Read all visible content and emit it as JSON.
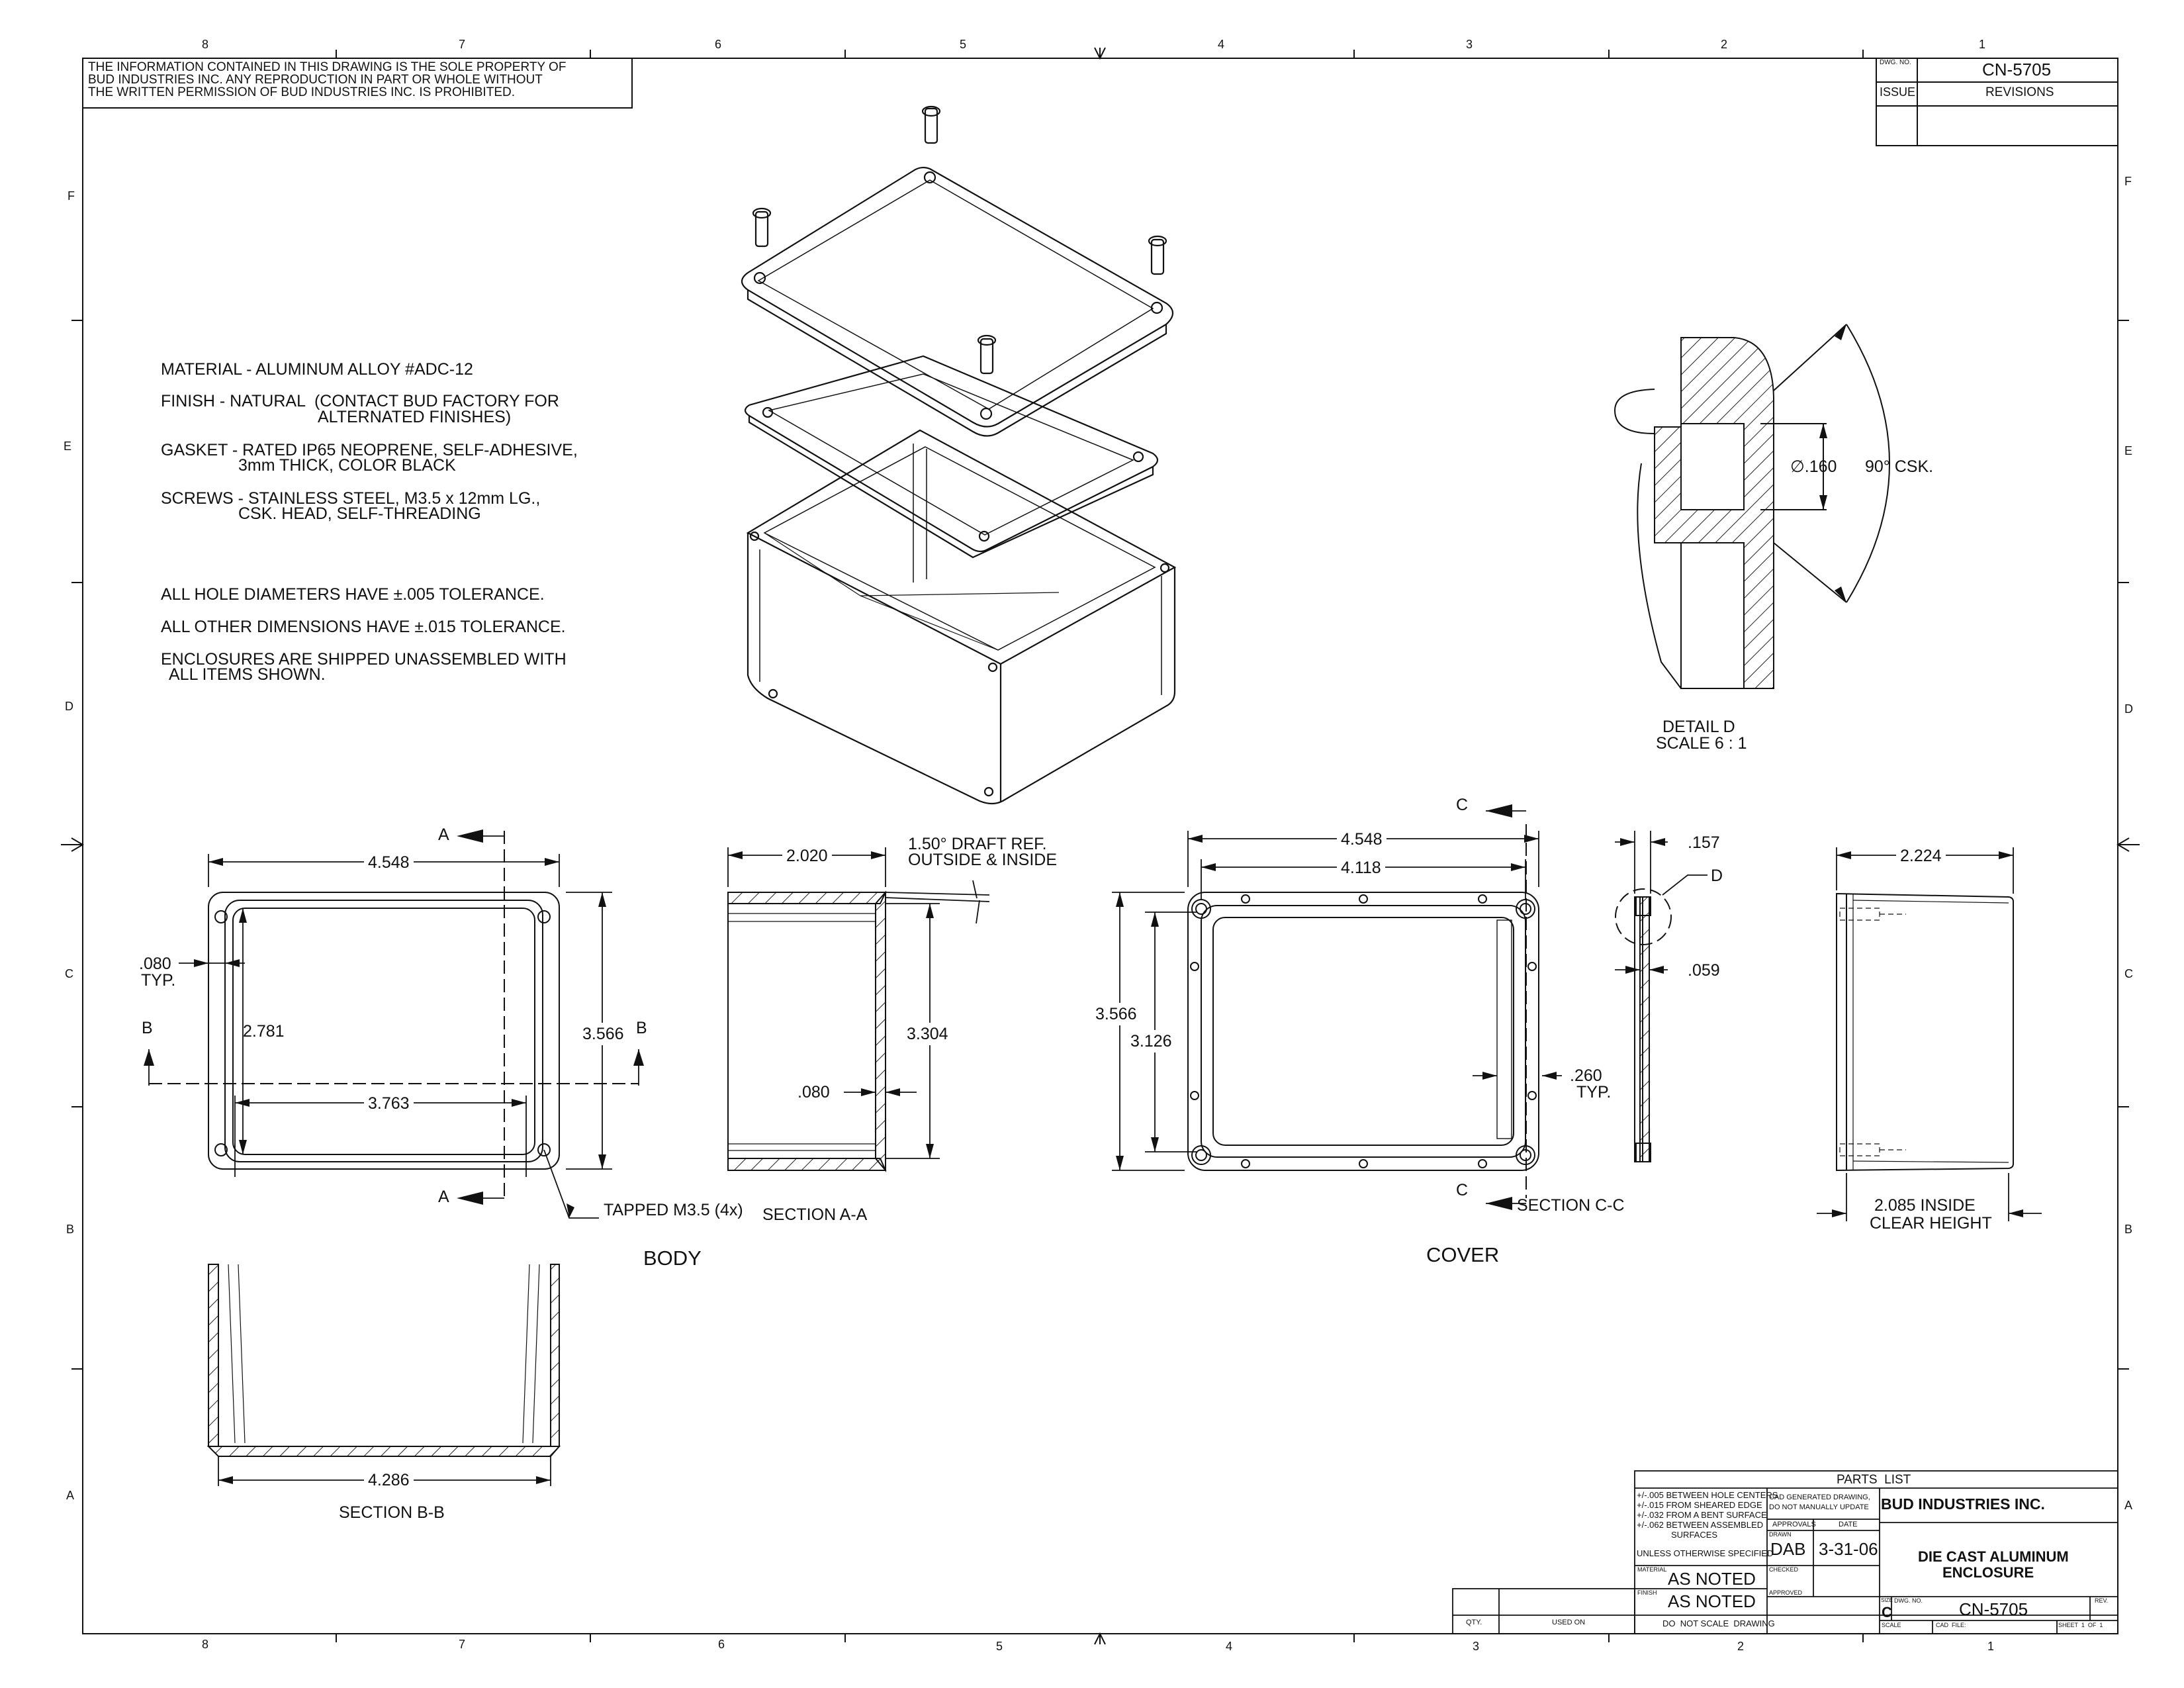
{
  "border": {
    "cols_top": [
      "8",
      "7",
      "6",
      "5",
      "4",
      "3",
      "2",
      "1"
    ],
    "cols_bottom": [
      "8",
      "7",
      "6",
      "5",
      "4",
      "3",
      "2",
      "1"
    ],
    "rows": [
      "F",
      "E",
      "D",
      "C",
      "B",
      "A"
    ]
  },
  "proprietary_notice": "THE INFORMATION CONTAINED IN THIS DRAWING IS THE SOLE PROPERTY OF\nBUD INDUSTRIES INC. ANY REPRODUCTION IN PART OR WHOLE WITHOUT\nTHE WRITTEN PERMISSION OF BUD INDUSTRIES INC. IS PROHIBITED.",
  "revision_block": {
    "dwg_no_label": "DWG. NO.",
    "dwg_no": "CN-5705",
    "issue_label": "ISSUE",
    "revisions_label": "REVISIONS"
  },
  "notes": {
    "material": "MATERIAL - ALUMINUM ALLOY #ADC-12",
    "finish_1": "FINISH - NATURAL  (CONTACT BUD FACTORY FOR",
    "finish_2": "ALTERNATED FINISHES)",
    "gasket_1": "GASKET - RATED IP65 NEOPRENE, SELF-ADHESIVE,",
    "gasket_2": "3mm THICK, COLOR BLACK",
    "screws_1": "SCREWS - STAINLESS STEEL, M3.5 x 12mm LG.,",
    "screws_2": "CSK. HEAD, SELF-THREADING",
    "hole_tol": "ALL HOLE DIAMETERS HAVE ±.005 TOLERANCE.",
    "other_tol": "ALL OTHER DIMENSIONS HAVE ±.015 TOLERANCE.",
    "shipped_1": "ENCLOSURES ARE SHIPPED UNASSEMBLED WITH",
    "shipped_2": "ALL ITEMS SHOWN."
  },
  "detail_d": {
    "dia": "∅.160",
    "csk": "90° CSK.",
    "title": "DETAIL D",
    "scale": "SCALE 6 : 1"
  },
  "body_view": {
    "section_letter_a": "A",
    "section_letter_b": "B",
    "width": "4.548",
    "wall": ".080",
    "wall_typ": "TYP.",
    "inner_h": "2.781",
    "outer_h": "3.566",
    "inner_w": "3.763",
    "tapped": "TAPPED M3.5 (4x)",
    "label": "BODY"
  },
  "section_aa": {
    "depth": "2.020",
    "draft_1": "1.50° DRAFT REF.",
    "draft_2": "OUTSIDE & INSIDE",
    "inner_h": "3.304",
    "wall": ".080",
    "label": "SECTION A-A"
  },
  "section_bb": {
    "width": "4.286",
    "label": "SECTION B-B"
  },
  "cover_view": {
    "section_letter": "C",
    "outer_w": "4.548",
    "inner_w": "4.118",
    "outer_h": "3.566",
    "inner_h": "3.126",
    "rib": ".260",
    "rib_typ": "TYP.",
    "label": "COVER"
  },
  "section_cc": {
    "thick": ".157",
    "detail_callout": "D",
    "lip": ".059",
    "label": "SECTION C-C"
  },
  "side_view": {
    "depth": "2.224",
    "clear_1": "2.085 INSIDE",
    "clear_2": "CLEAR HEIGHT"
  },
  "title_block": {
    "parts_list": "PARTS  LIST",
    "tol_1": "+/-.005 BETWEEN HOLE CENTERS",
    "tol_2": "+/-.015 FROM SHEARED EDGE",
    "tol_3": "+/-.032 FROM A BENT SURFACE",
    "tol_4": "+/-.062 BETWEEN ASSEMBLED",
    "tol_5": "SURFACES",
    "unless": "UNLESS OTHERWISE SPECIFIED",
    "cad_1": "CAD GENERATED DRAWING,",
    "cad_2": "DO NOT MANUALLY UPDATE",
    "approvals": "APPROVALS",
    "date_label": "DATE",
    "drawn_label": "DRAWN",
    "drawn_by": "DAB",
    "drawn_date": "3-31-06",
    "checked_label": "CHECKED",
    "approved_label": "APPROVED",
    "material_label": "MATERIAL",
    "material": "AS NOTED",
    "finish_label": "FINISH",
    "finish": "AS NOTED",
    "do_not_scale": "DO  NOT SCALE  DRAWING",
    "qty_label": "QTY.",
    "used_on_label": "USED ON",
    "company": "BUD INDUSTRIES INC.",
    "title_1": "DIE CAST ALUMINUM",
    "title_2": "ENCLOSURE",
    "size_label": "SIZE",
    "size": "C",
    "dwg_no_label": "DWG. NO.",
    "dwg_no": "CN-5705",
    "rev_label": "REV.",
    "scale_label": "SCALE",
    "cad_file_label": "CAD  FILE:",
    "sheet": "SHEET  1  OF  1"
  }
}
